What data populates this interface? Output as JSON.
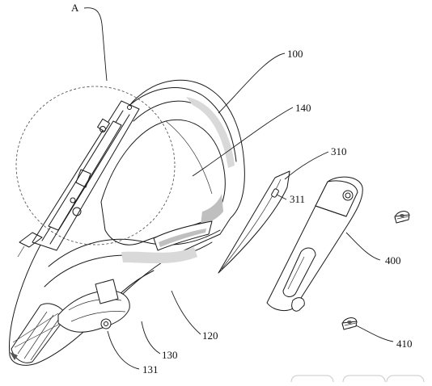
{
  "labels": {
    "detail": "A",
    "body": "100",
    "cover": "140",
    "blade": "310",
    "blade_hole": "311",
    "holder": "400",
    "screw": "410",
    "lower_body": "120",
    "neck": "130",
    "knob": "131"
  }
}
